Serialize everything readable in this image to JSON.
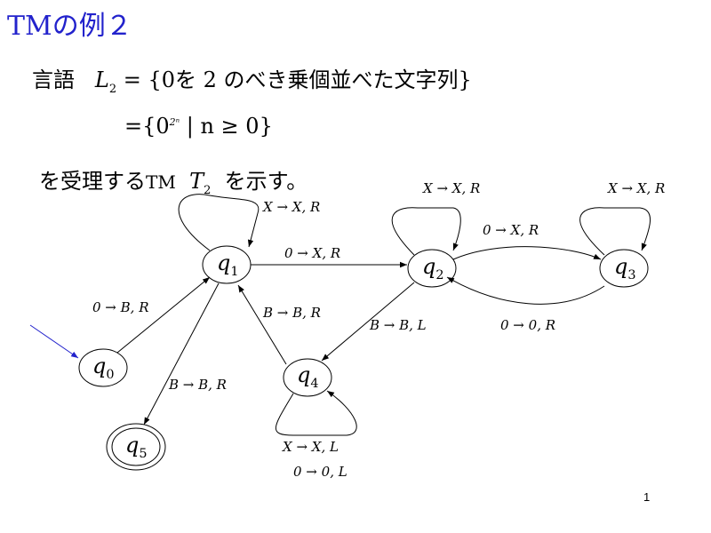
{
  "title": "TMの例２",
  "language": {
    "label": "言語",
    "set_name": "L",
    "set_sub": "2",
    "definition": "= {0を 2 のべき乗個並べた文字列}",
    "eq_prefix": "={0",
    "eq_exp": "2ⁿ",
    "eq_suffix": " | n ≥ 0}"
  },
  "accepts": {
    "prefix": "を受理する",
    "tm_word": "TM",
    "tm_name": "T",
    "tm_sub": "2",
    "suffix": "を示す。"
  },
  "states": [
    {
      "name": "q",
      "sub": "1"
    },
    {
      "name": "q",
      "sub": "2"
    },
    {
      "name": "q",
      "sub": "3"
    },
    {
      "name": "q",
      "sub": "0"
    },
    {
      "name": "q",
      "sub": "4"
    },
    {
      "name": "q",
      "sub": "5"
    }
  ],
  "transitions": {
    "q1_loop": "X → X, R",
    "q2_loop": "X → X, R",
    "q3_loop": "X → X, R",
    "q2_q3": "0 → X, R",
    "q1_q2": "0 → X, R",
    "q0_q1": "0 → B, R",
    "q4_q1": "B → B, R",
    "q2_q4": "B → B, L",
    "q3_q2": "0 → 0, R",
    "q1_q5": "B → B, R",
    "q4_loop_1": "X → X, L",
    "q4_loop_2": "0 → 0, L"
  },
  "page_number": "1",
  "colors": {
    "title": "#2222cc",
    "start_arrow": "#2222cc"
  }
}
